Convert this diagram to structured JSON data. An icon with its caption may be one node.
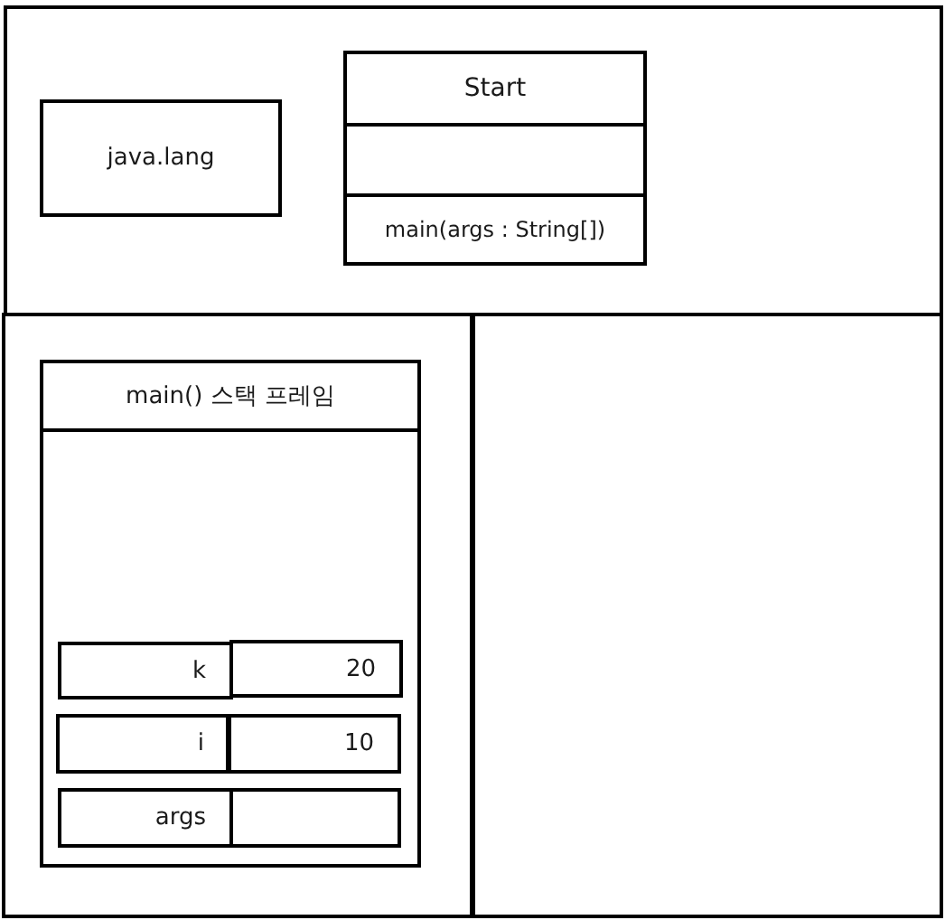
{
  "diagram": {
    "nodes": [
      {
        "text": [],
        "shape": "box"
      },
      {
        "text": [
          "java.lang"
        ],
        "in": 0
      },
      {
        "text": [
          "Start",
          "main(args : String[])"
        ],
        "in": 0
      },
      {
        "text": [],
        "shape": "box"
      },
      {
        "text": [
          "main() 스택 프레임"
        ],
        "in": 3
      },
      {
        "text": [
          "k"
        ],
        "in": 4
      },
      {
        "text": [
          "20"
        ],
        "in": 4
      },
      {
        "text": [
          "i"
        ],
        "in": 4
      },
      {
        "text": [
          "10"
        ],
        "in": 4
      },
      {
        "text": [
          "args"
        ],
        "in": 4
      },
      {
        "text": [],
        "shape": "box",
        "in": 4
      },
      {
        "text": [],
        "shape": "box"
      }
    ]
  }
}
